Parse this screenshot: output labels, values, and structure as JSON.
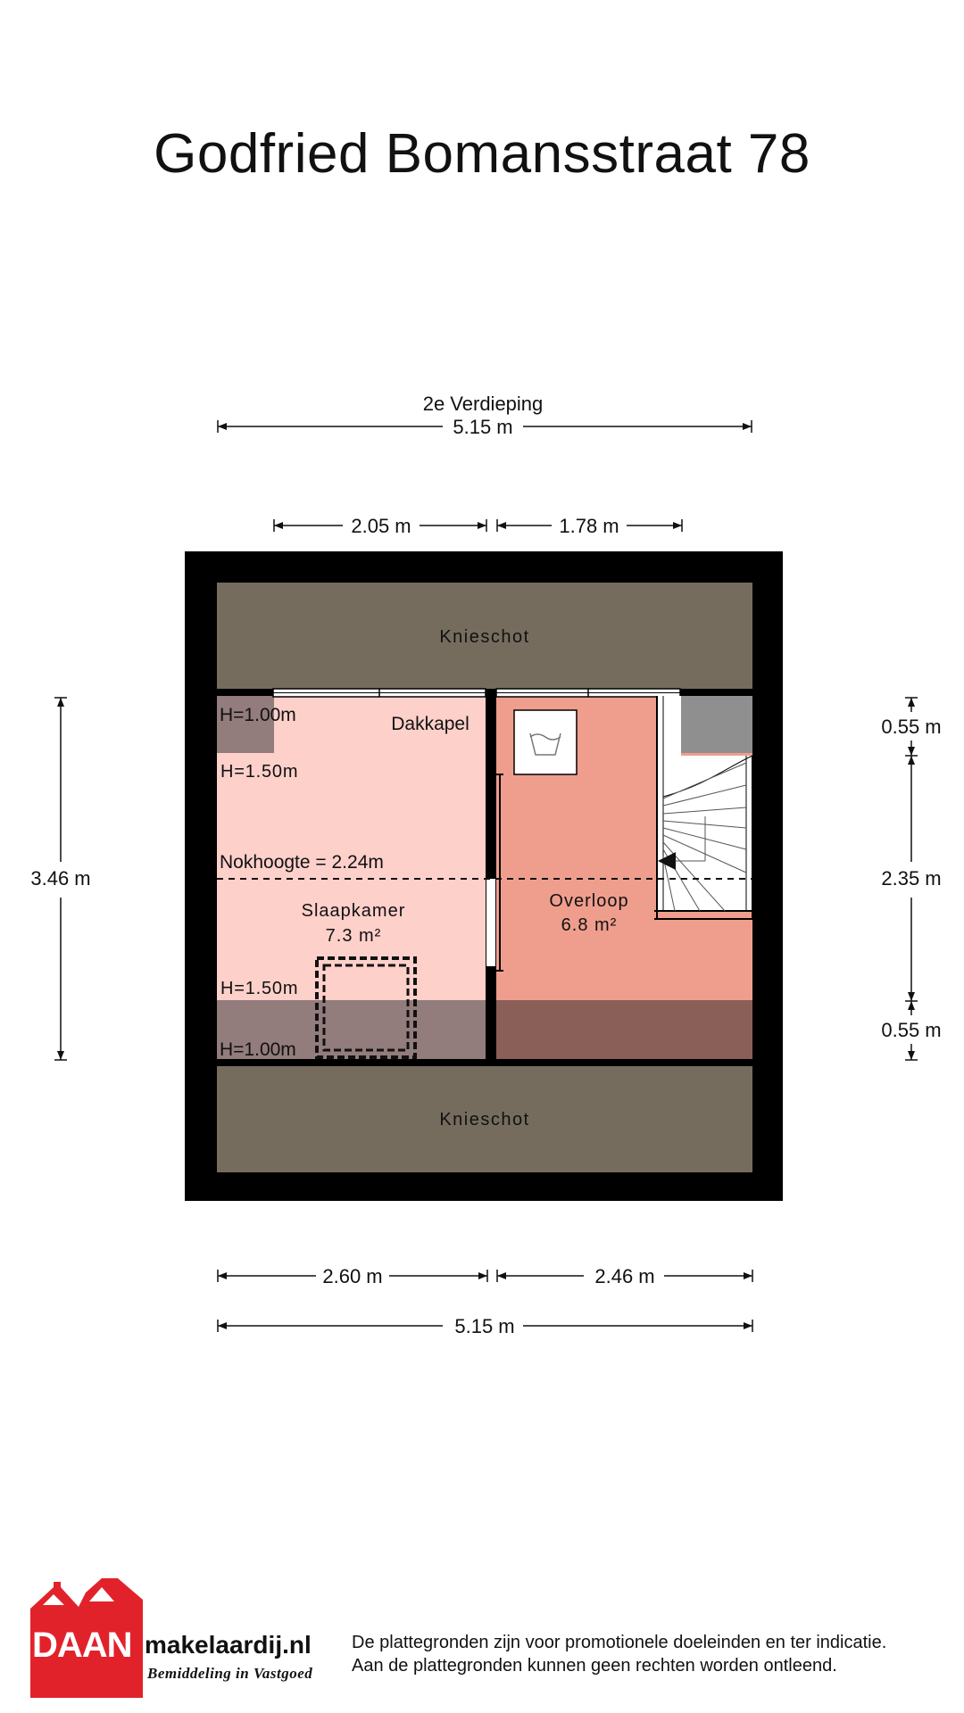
{
  "title": "Godfried Bomansstraat 78",
  "floor": "2e Verdieping",
  "dimensions": {
    "top_total": "5.15 m",
    "top_left": "2.05 m",
    "top_right": "1.78 m",
    "left_height": "3.46 m",
    "right_top": "0.55 m",
    "right_mid": "2.35 m",
    "right_bottom": "0.55 m",
    "bottom_left": "2.60 m",
    "bottom_right": "2.46 m",
    "bottom_total": "5.15 m"
  },
  "rooms": {
    "knieschot_top": "Knieschot",
    "knieschot_bottom": "Knieschot",
    "dakkapel": "Dakkapel",
    "slaapkamer": "Slaapkamer",
    "slaapkamer_area": "7.3 m²",
    "overloop": "Overloop",
    "overloop_area": "6.8 m²"
  },
  "heights": {
    "h100_top": "H=1.00m",
    "h150_top": "H=1.50m",
    "nokhoogte": "Nokhoogte = 2.24m",
    "h150_bottom": "H=1.50m",
    "h100_bottom": "H=1.00m"
  },
  "brand": {
    "logo_text": "DAAN",
    "name": "makelaardij.nl",
    "tagline": "Bemiddeling in Vastgoed"
  },
  "disclaimer": {
    "line1": "De plattegronden zijn voor promotionele doeleinden en ter indicatie.",
    "line2": "Aan de plattegronden kunnen geen rechten worden ontleend."
  },
  "colors": {
    "wall": "#000000",
    "knieschot": "#766c5e",
    "slaapkamer": "#fdd0ca",
    "overloop": "#ef9e8d",
    "low_zone_left": "#937c7c",
    "low_zone_right": "#8a5f58",
    "stair_shaft": "#8f8f8f",
    "logo_red": "#e2222a"
  }
}
